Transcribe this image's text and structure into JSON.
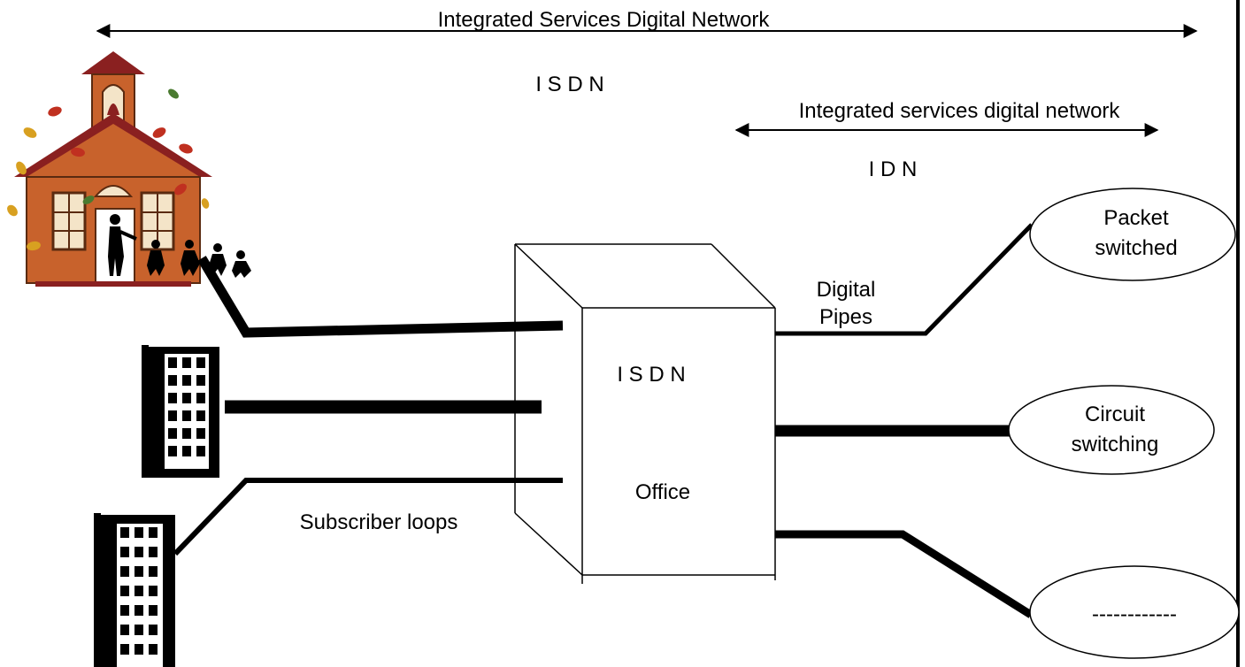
{
  "title": "Integrated Services Digital Network",
  "isdn_abbrev": "I S D N",
  "idn": {
    "label": "Integrated services digital network",
    "abbrev": "I D N"
  },
  "office": {
    "line1": "I S D N",
    "line2": "Office"
  },
  "digital_pipes": {
    "line1": "Digital",
    "line2": "Pipes"
  },
  "subscriber_loops": "Subscriber loops",
  "networks": {
    "packet": {
      "line1": "Packet",
      "line2": "switched"
    },
    "circuit": {
      "line1": "Circuit",
      "line2": "switching"
    },
    "other": {
      "line1": "------------"
    }
  },
  "icons": {
    "school": "schoolhouse-icon",
    "building": "office-building-icon"
  },
  "colors": {
    "line": "#000000",
    "school_wall": "#c8622c",
    "school_roof": "#8a2020"
  }
}
